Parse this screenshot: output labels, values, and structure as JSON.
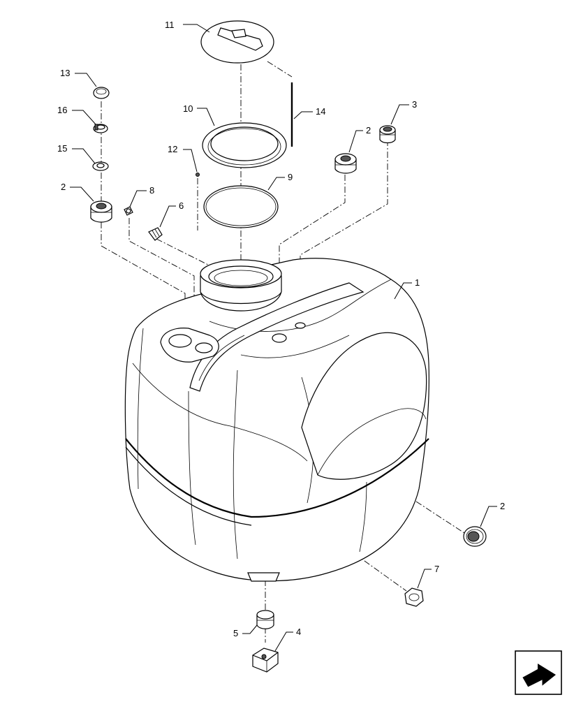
{
  "callouts": [
    {
      "id": "c11",
      "label": "11"
    },
    {
      "id": "c13",
      "label": "13"
    },
    {
      "id": "c10",
      "label": "10"
    },
    {
      "id": "c14",
      "label": "14"
    },
    {
      "id": "c16",
      "label": "16"
    },
    {
      "id": "c15",
      "label": "15"
    },
    {
      "id": "c12",
      "label": "12"
    },
    {
      "id": "c3",
      "label": "3"
    },
    {
      "id": "c2a",
      "label": "2"
    },
    {
      "id": "c2b",
      "label": "2"
    },
    {
      "id": "c9",
      "label": "9"
    },
    {
      "id": "c8",
      "label": "8"
    },
    {
      "id": "c6",
      "label": "6"
    },
    {
      "id": "c1",
      "label": "1"
    },
    {
      "id": "c2c",
      "label": "2"
    },
    {
      "id": "c7",
      "label": "7"
    },
    {
      "id": "c5",
      "label": "5"
    },
    {
      "id": "c4",
      "label": "4"
    }
  ],
  "nav_icon": "next-page-arrow-icon"
}
